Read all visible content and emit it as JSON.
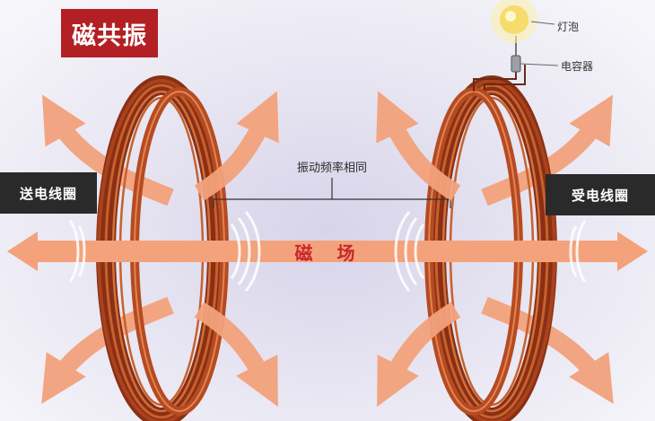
{
  "title": "磁共振",
  "send_coil_label": "送电线圈",
  "receive_coil_label": "受电线圈",
  "frequency_label": "振动频率相同",
  "field_label": "磁 场",
  "bulb_label": "灯泡",
  "capacitor_label": "电容器",
  "colors": {
    "title_bg": "#b32024",
    "label_bg": "#2a2a2a",
    "arrow": "#f3a27c",
    "coil": "#b64a22",
    "field_text": "#c8262b"
  }
}
